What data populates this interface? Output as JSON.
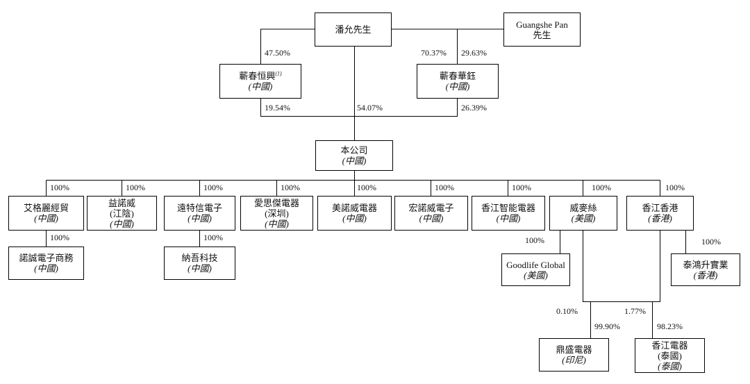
{
  "nodes": {
    "pan_yun": {
      "name": "潘允先生"
    },
    "guangshe": {
      "name": "Guangshe Pan",
      "name2": "先生"
    },
    "qichun_hengxing": {
      "name": "蘄春恒興",
      "note": "(1)",
      "loc": "(中國)"
    },
    "qichun_huayu": {
      "name": "蘄春華鈺",
      "loc": "(中國)"
    },
    "company": {
      "name": "本公司",
      "loc": "(中國)"
    },
    "aigeli": {
      "name": "艾格麗經貿",
      "loc": "(中國)"
    },
    "yinuowei": {
      "name": "益諾威",
      "loc1": "(江陰)",
      "loc2": "(中國)"
    },
    "yuanteXin": {
      "name": "遠特信電子",
      "loc": "(中國)"
    },
    "aisijie": {
      "name": "愛思傑電器",
      "loc1": "(深圳)",
      "loc2": "(中國)"
    },
    "meinuowei": {
      "name": "美諾威電器",
      "loc": "(中國)"
    },
    "hongnuowei": {
      "name": "宏諾威電子",
      "loc": "(中國)"
    },
    "xiangjiang_zhineng": {
      "name": "香江智能電器",
      "loc": "(中國)"
    },
    "weimaisi": {
      "name": "威麥絲",
      "loc": "(美國)"
    },
    "xiangjiang_hk": {
      "name": "香江香港",
      "loc": "(香港)"
    },
    "nuocheng": {
      "name": "諾誠電子商務",
      "loc": "(中國)"
    },
    "nawu": {
      "name": "納吾科技",
      "loc": "(中國)"
    },
    "goodlife": {
      "name": "Goodlife Global",
      "loc": "(美國)"
    },
    "taihong": {
      "name": "泰鴻升實業",
      "loc": "(香港)"
    },
    "dingsheng": {
      "name": "鼎盛電器",
      "loc": "(印尼)"
    },
    "xiangjiang_th": {
      "name": "香江電器",
      "loc1": "(泰國)",
      "loc2": "(泰國)"
    }
  },
  "percentages": {
    "pan_to_hengxing": "47.50%",
    "pan_to_huayu": "70.37%",
    "guangshe_to_huayu": "29.63%",
    "hengxing_to_company": "19.54%",
    "pan_to_company": "54.07%",
    "huayu_to_company": "26.39%",
    "aigeli": "100%",
    "yinuowei": "100%",
    "yuanteXin": "100%",
    "aisijie": "100%",
    "meinuowei": "100%",
    "hongnuowei": "100%",
    "xiangjiang_zhineng": "100%",
    "weimaisi": "100%",
    "xiangjiang_hk": "100%",
    "nuocheng": "100%",
    "nawu": "100%",
    "goodlife": "100%",
    "taihong": "100%",
    "weimaisi_to_dingsheng": "0.10%",
    "hk_to_dingsheng": "99.90%",
    "weimaisi_to_th": "1.77%",
    "hk_to_th": "98.23%"
  }
}
